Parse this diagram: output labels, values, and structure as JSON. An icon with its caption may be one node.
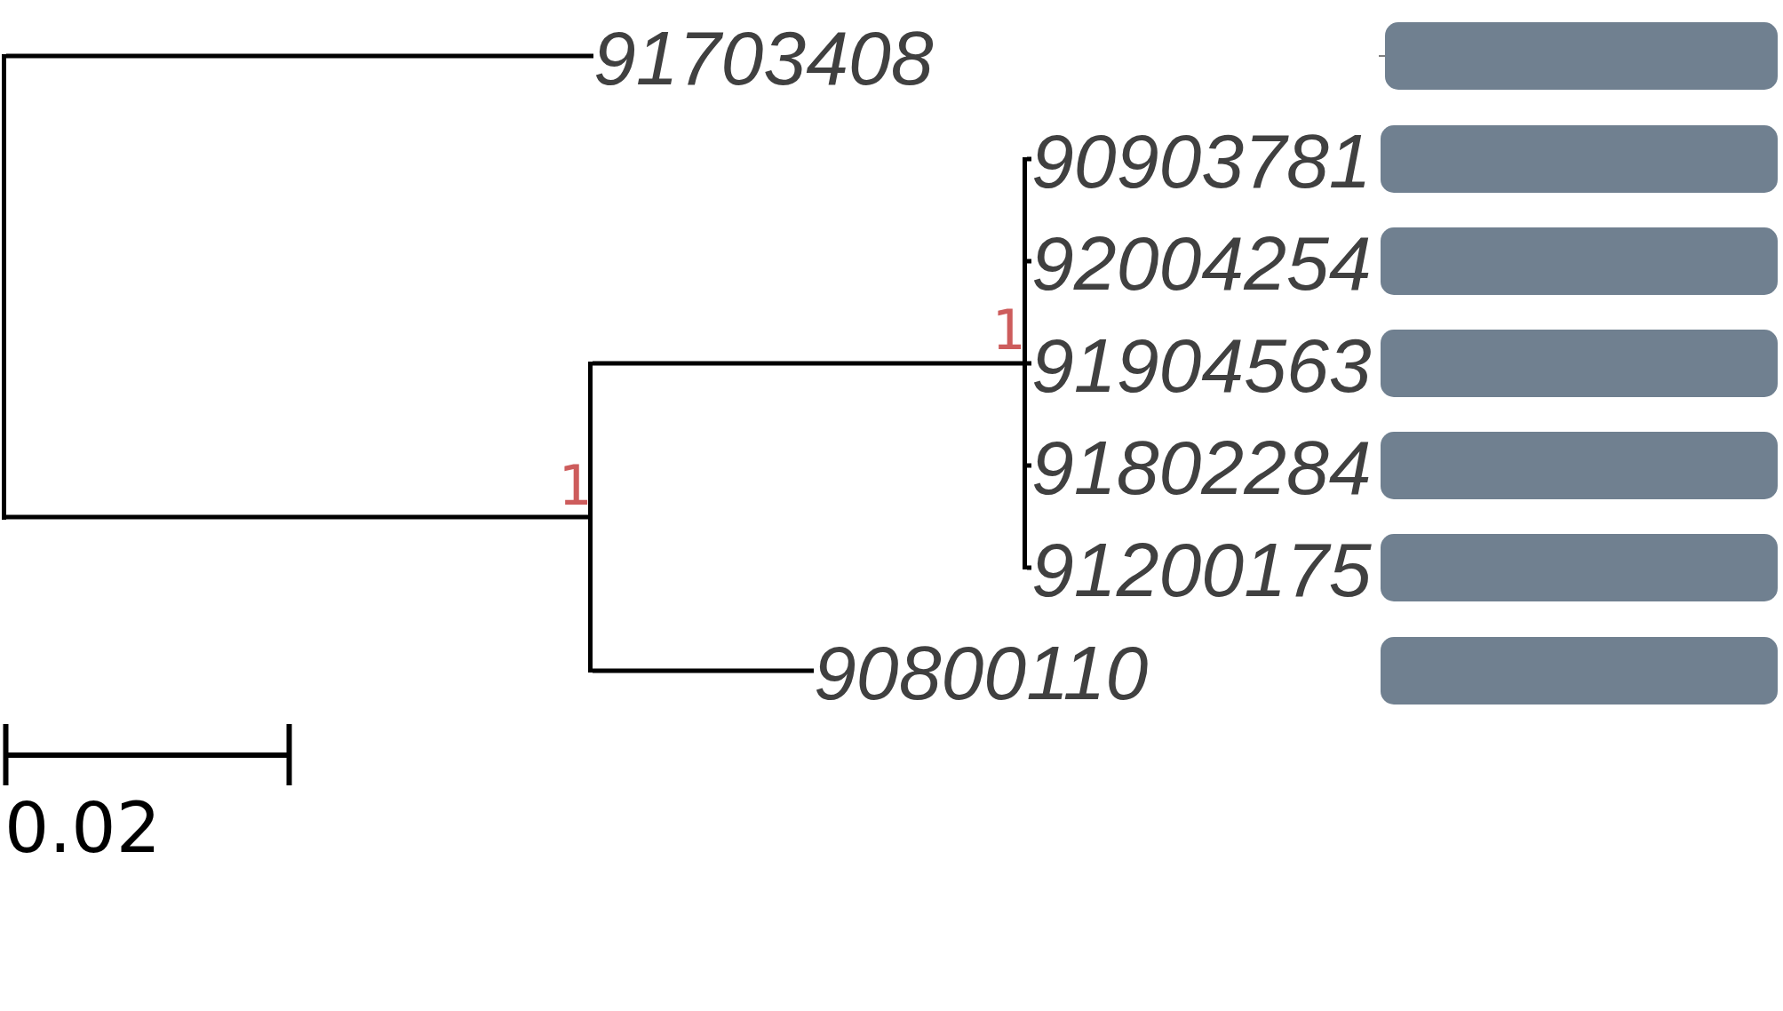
{
  "diagram": {
    "nodes": [
      {
        "text": [],
        "shape": "bar"
      },
      {
        "text": [
          "91703408"
        ]
      },
      {
        "text": [],
        "shape": "bar",
        "beside": [
          "1"
        ]
      },
      {
        "text": [],
        "shape": "bar",
        "beside": [
          "1"
        ]
      },
      {
        "text": [
          "90903781"
        ]
      },
      {
        "text": [
          "92004254"
        ]
      },
      {
        "text": [
          "91904563"
        ]
      },
      {
        "text": [
          "91802284"
        ]
      },
      {
        "text": [
          "91200175"
        ]
      },
      {
        "text": [
          "90800110"
        ]
      },
      {
        "text": [],
        "shape": "box"
      },
      {
        "text": [],
        "shape": "box"
      },
      {
        "text": [],
        "shape": "box"
      },
      {
        "text": [],
        "shape": "box"
      },
      {
        "text": [],
        "shape": "box"
      },
      {
        "text": [],
        "shape": "box"
      },
      {
        "text": [],
        "shape": "box"
      }
    ],
    "edges": [
      {
        "from": 0,
        "to": 1,
        "arrow": "none"
      },
      {
        "from": 0,
        "to": 2,
        "arrow": "none"
      },
      {
        "from": 2,
        "to": 3,
        "arrow": "none"
      },
      {
        "from": 3,
        "to": 4,
        "arrow": "none"
      },
      {
        "from": 3,
        "to": 5,
        "arrow": "none"
      },
      {
        "from": 3,
        "to": 6,
        "arrow": "none"
      },
      {
        "from": 3,
        "to": 7,
        "arrow": "none"
      },
      {
        "from": 3,
        "to": 8,
        "arrow": "none"
      },
      {
        "from": 2,
        "to": 9,
        "arrow": "none"
      }
    ],
    "labels": [
      "0.02"
    ]
  }
}
